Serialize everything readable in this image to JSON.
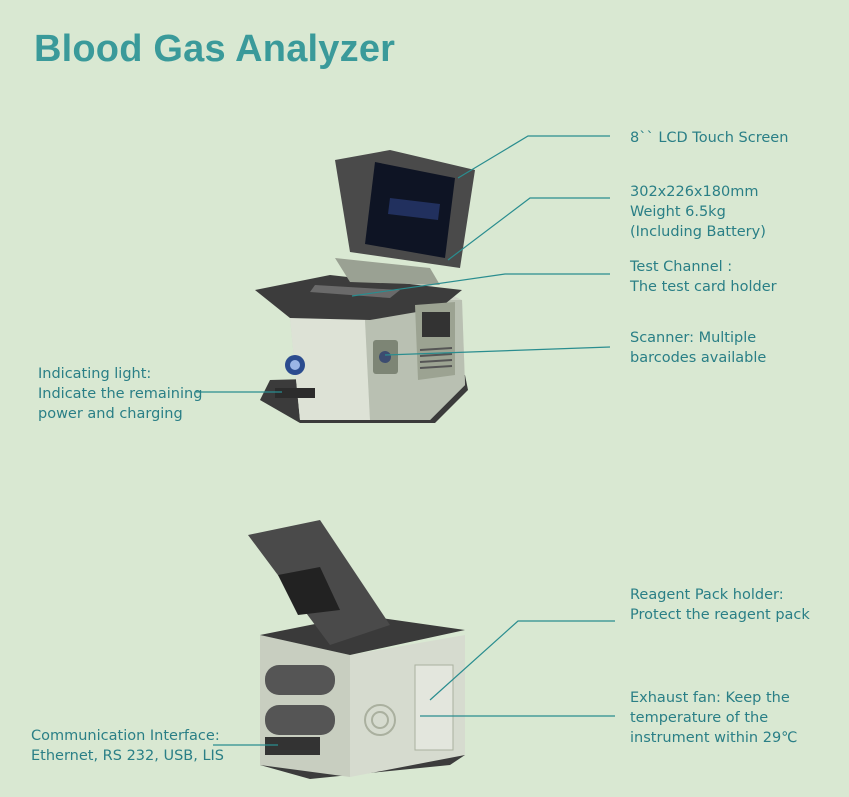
{
  "title": "Blood Gas Analyzer",
  "callouts": {
    "lcd": {
      "lines": [
        "8`` LCD Touch Screen"
      ]
    },
    "dimensions": {
      "lines": [
        "302x226x180mm",
        "Weight 6.5kg",
        "(Including Battery)"
      ]
    },
    "test_channel": {
      "lines": [
        "Test Channel :",
        "The test card holder"
      ]
    },
    "scanner": {
      "lines": [
        "Scanner: Multiple",
        "barcodes available"
      ]
    },
    "indicating_light": {
      "lines": [
        "Indicating light:",
        "Indicate the remaining",
        "power and charging"
      ]
    },
    "reagent_pack": {
      "lines": [
        "Reagent Pack holder:",
        "Protect the reagent pack"
      ]
    },
    "exhaust_fan": {
      "lines": [
        "Exhaust fan: Keep the",
        "temperature of the",
        "instrument within 29℃"
      ]
    },
    "communication": {
      "lines": [
        "Communication Interface:",
        "Ethernet, RS 232, USB, LIS"
      ]
    }
  },
  "colors": {
    "background": "#d9e8d2",
    "accent": "#3a9a9a",
    "text": "#2a7f86"
  }
}
